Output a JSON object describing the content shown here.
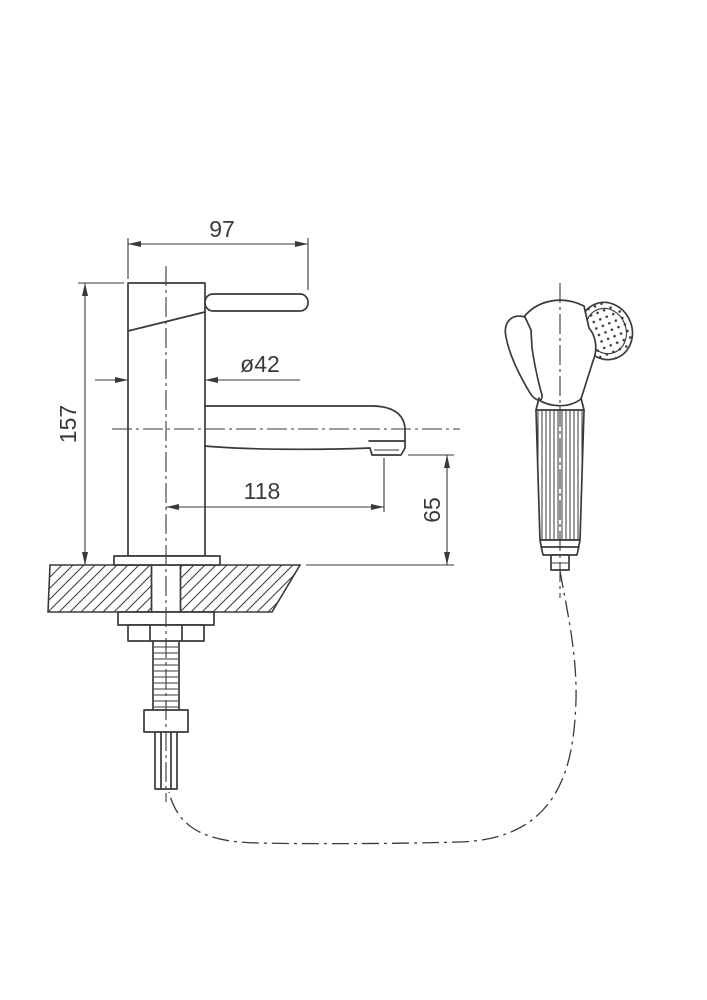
{
  "canvas": {
    "background": "#ffffff",
    "line_color": "#3a3a3a"
  },
  "dimensions": {
    "lever_length": "97",
    "body_diameter": "ø42",
    "total_height": "157",
    "spout_reach": "118",
    "outlet_height": "65"
  }
}
